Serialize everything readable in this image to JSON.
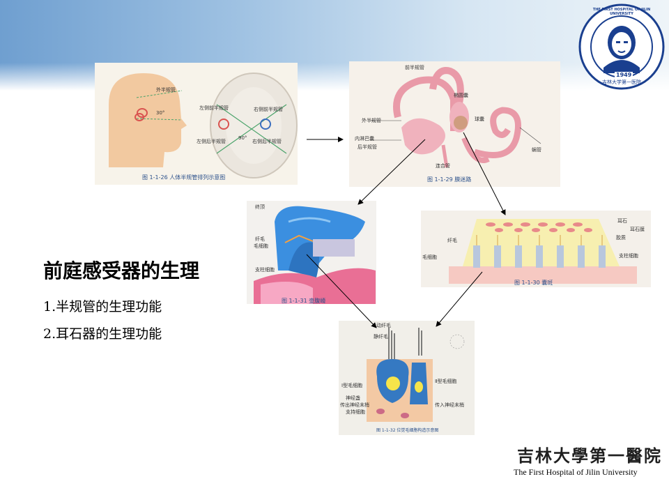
{
  "slide": {
    "heading": "前庭感受器的生理",
    "items": [
      "1.半规管的生理功能",
      "2.耳石器的生理功能"
    ]
  },
  "logo": {
    "ring_text": "THE FIRST HOSPITAL OF JILIN UNIVERSITY",
    "year": "1949",
    "chinese": "吉林大学第一医院"
  },
  "footer": {
    "chinese_name": "吉林大學第一醫院",
    "english_name": "The First Hospital of Jilin University"
  },
  "figures": {
    "fig1": {
      "caption": "图 1-1-26   人体半规管排列示意图",
      "labels": [
        "外半规管",
        "30°",
        "左侧前半规管",
        "右侧前半规管",
        "90°",
        "左侧后半规管",
        "右侧后半规管"
      ]
    },
    "fig2": {
      "caption": "图 1-1-29   膜迷路",
      "labels": [
        "前半规管",
        "椭圆囊",
        "球囊",
        "外半规管",
        "内淋巴囊",
        "后半规管",
        "连合管",
        "蜗管"
      ]
    },
    "fig3": {
      "caption": "图 1-1-31   壶腹嵴",
      "labels": [
        "终顶",
        "纤毛",
        "毛细胞",
        "支柱细胞"
      ]
    },
    "fig4": {
      "caption": "图 1-1-30   囊斑",
      "labels": [
        "耳石",
        "耳石膜",
        "纤毛",
        "胶质",
        "毛细胞",
        "支柱细胞"
      ]
    },
    "fig5": {
      "caption": "图 1-1-32   位觉毛细胞构造示意图",
      "labels": [
        "动纤毛",
        "静纤毛",
        "Ⅰ型毛细胞",
        "Ⅱ型毛细胞",
        "神经盏",
        "传出神经末梢",
        "传入神经末梢",
        "支持细胞"
      ]
    }
  },
  "colors": {
    "header_gradient_start": "#6f9fd0",
    "header_gradient_end": "#eef4f8",
    "caption_blue": "#2a4f8a",
    "logo_blue": "#1a3f8f"
  }
}
